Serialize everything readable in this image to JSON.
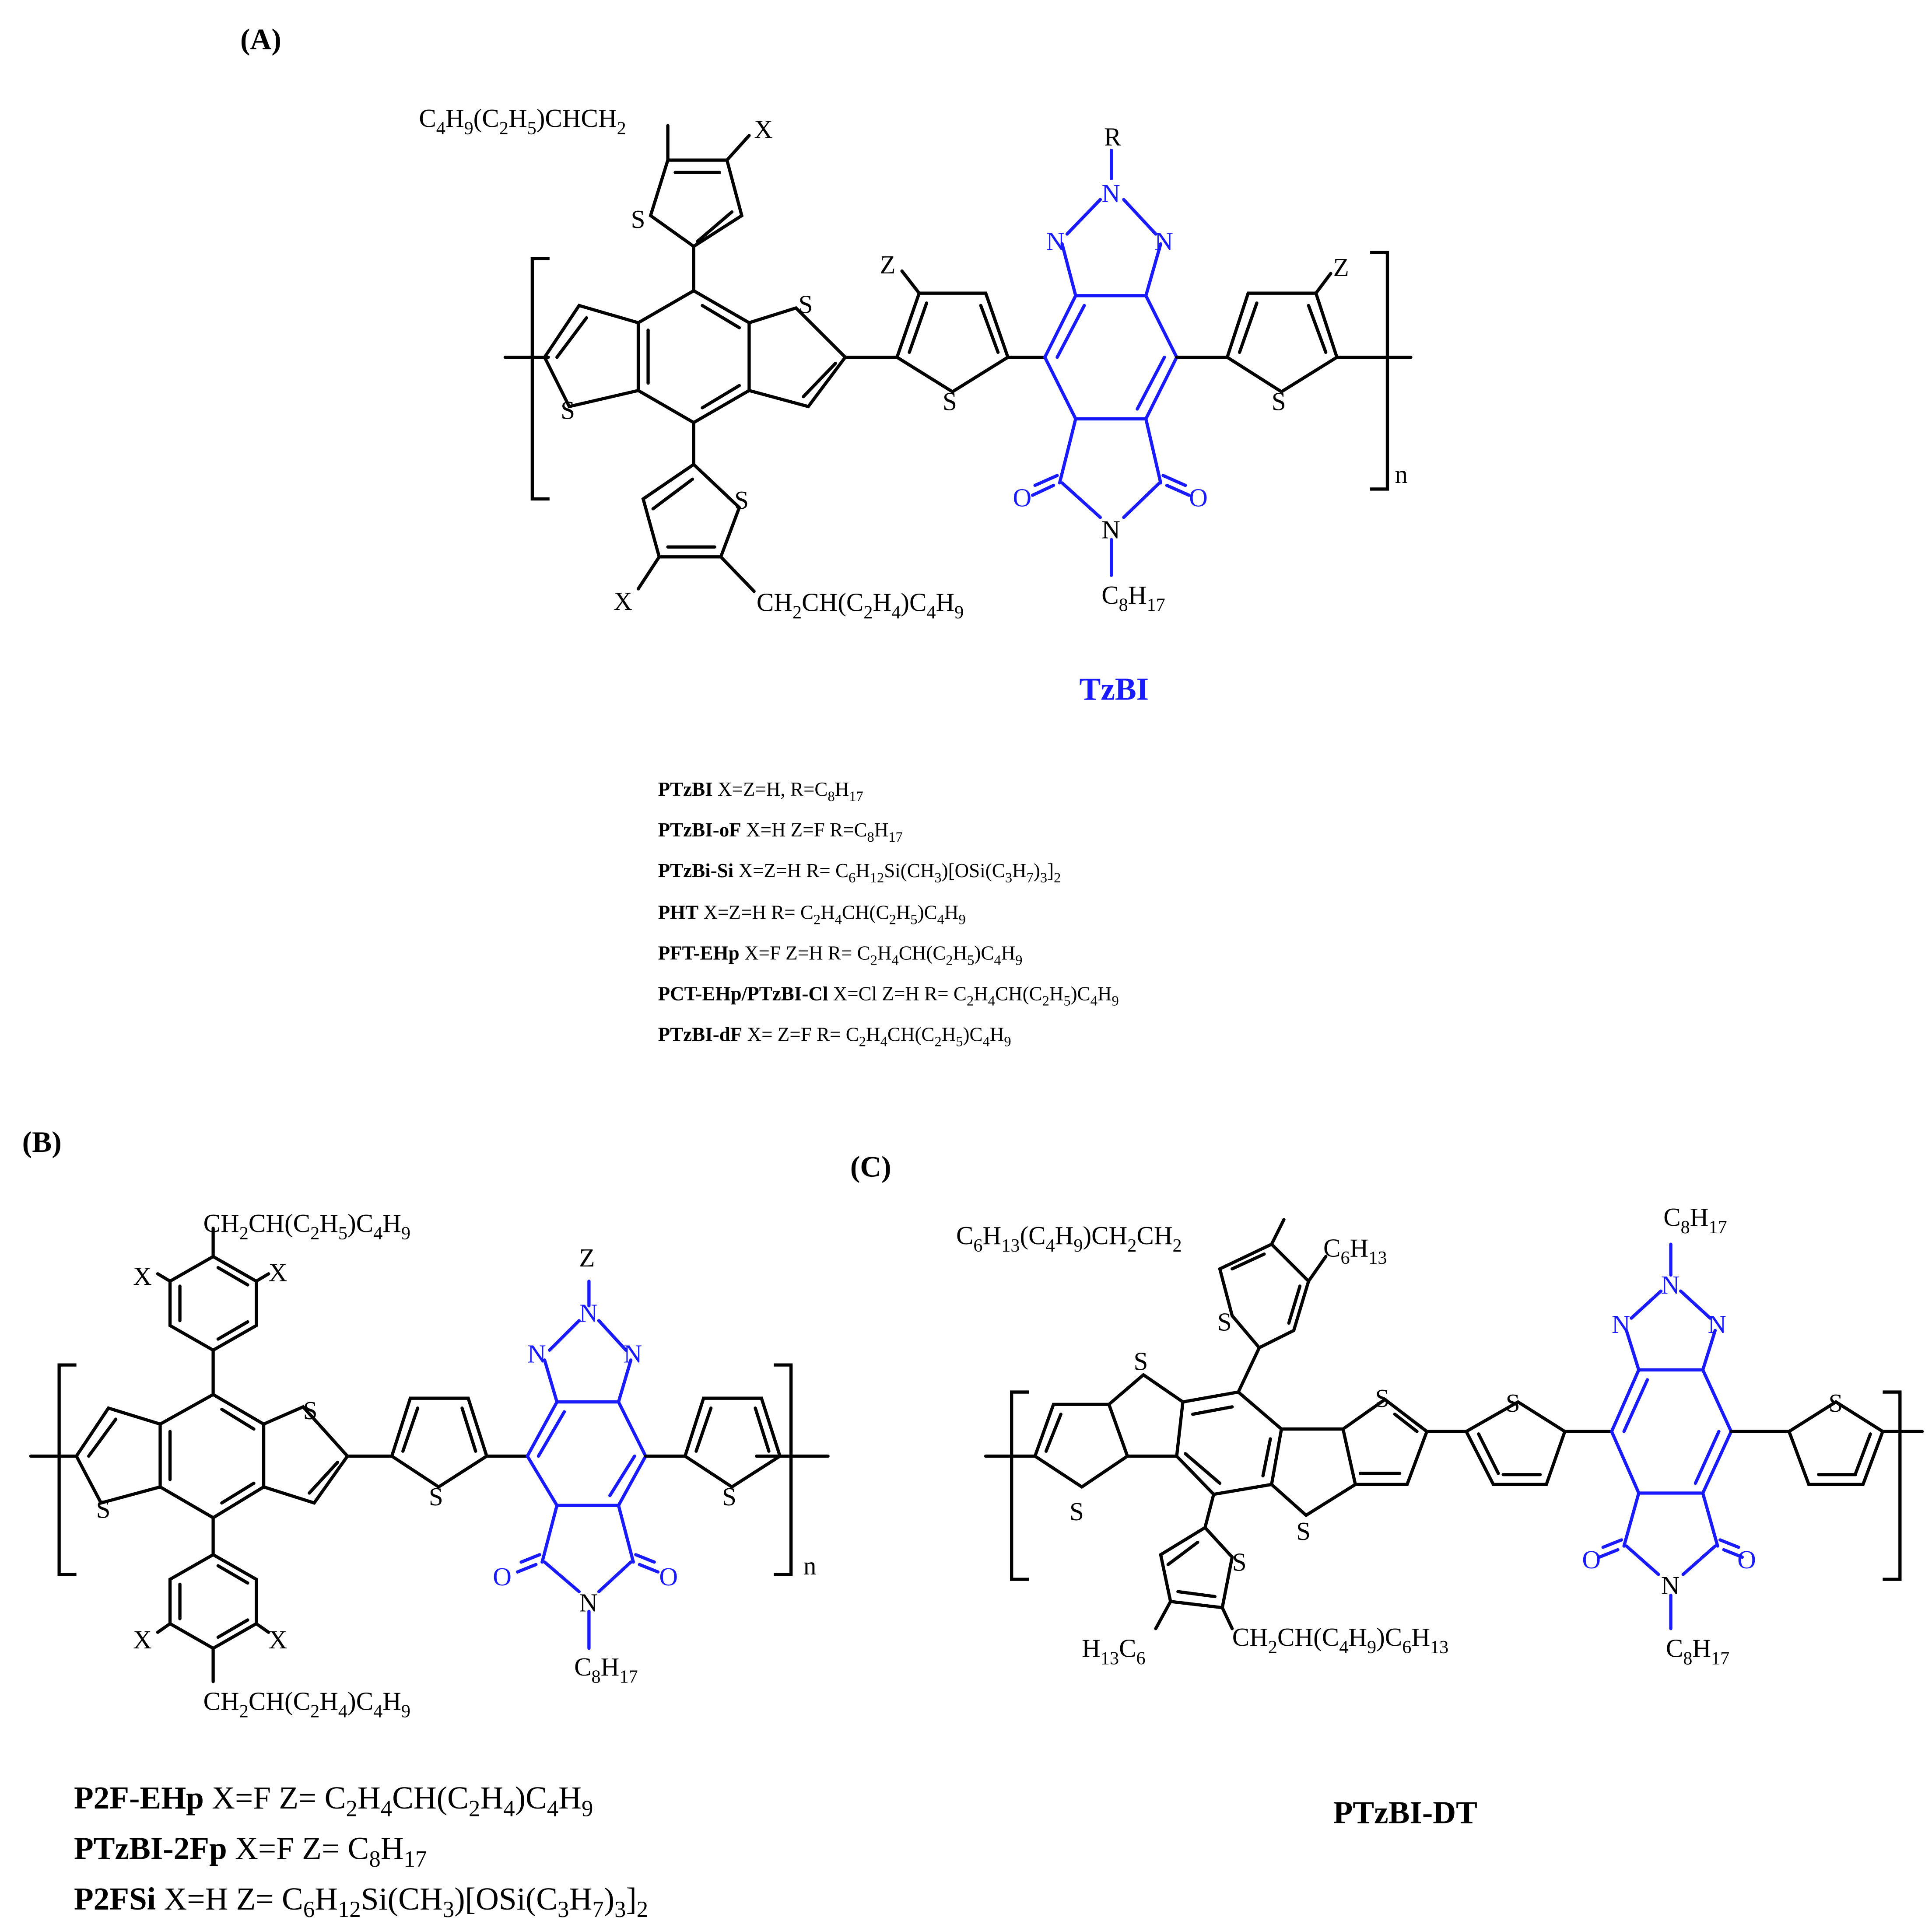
{
  "panels": {
    "a": "(A)",
    "b": "(B)",
    "c": "(C)"
  },
  "panel_a": {
    "unit_name": "TzBI",
    "repeat_index": "n",
    "atom_S": "S",
    "atom_N": "N",
    "atom_O": "O",
    "sub_X": "X",
    "sub_Z": "Z",
    "sub_R": "R",
    "imide_chain": "C8H17",
    "side_chain_top": "C4H9(C2H5)CHCH2",
    "side_chain_bottom": "CH2CH(C2H4)C4H9"
  },
  "list_a": [
    {
      "name": "PTzBI",
      "desc": "X=Z=H, R=C8H17"
    },
    {
      "name": "PTzBI-oF",
      "desc": "X=H Z=F R=C8H17"
    },
    {
      "name": "PTzBi-Si",
      "desc": "X=Z=H R= C6H12Si(CH3)[OSi(C3H7)3]2"
    },
    {
      "name": "PHT",
      "desc": "X=Z=H R= C2H4CH(C2H5)C4H9"
    },
    {
      "name": "PFT-EHp",
      "desc": "X=F Z=H R= C2H4CH(C2H5)C4H9"
    },
    {
      "name": "PCT-EHp/PTzBI-Cl",
      "desc": "X=Cl Z=H R= C2H4CH(C2H5)C4H9"
    },
    {
      "name": "PTzBI-dF",
      "desc": "X= Z=F R= C2H4CH(C2H5)C4H9"
    }
  ],
  "panel_b": {
    "repeat_index": "n",
    "side_chain_top": "CH2CH(C2H5)C4H9",
    "side_chain_bottom": "CH2CH(C2H4)C4H9",
    "imide_chain": "C8H17"
  },
  "list_b": [
    {
      "name": "P2F-EHp",
      "desc": "X=F Z= C2H4CH(C2H4)C4H9"
    },
    {
      "name": "PTzBI-2Fp",
      "desc": "X=F Z= C8H17"
    },
    {
      "name": "P2FSi",
      "desc": "X=H Z= C6H12Si(CH3)[OSi(C3H7)3]2"
    }
  ],
  "panel_c": {
    "polymer_name": "PTzBI-DT",
    "side_chain_top": "C6H13(C4H9)CH2CH2",
    "side_chain_top_2": "C6H13",
    "side_chain_bottom": "CH2CH(C4H9)C6H13",
    "side_chain_bottom_2": "H13C6",
    "triazole_chain": "C8H17",
    "imide_chain": "C8H17"
  },
  "colors": {
    "bond": "#000000",
    "tzbi_unit": "#1a1aff"
  }
}
